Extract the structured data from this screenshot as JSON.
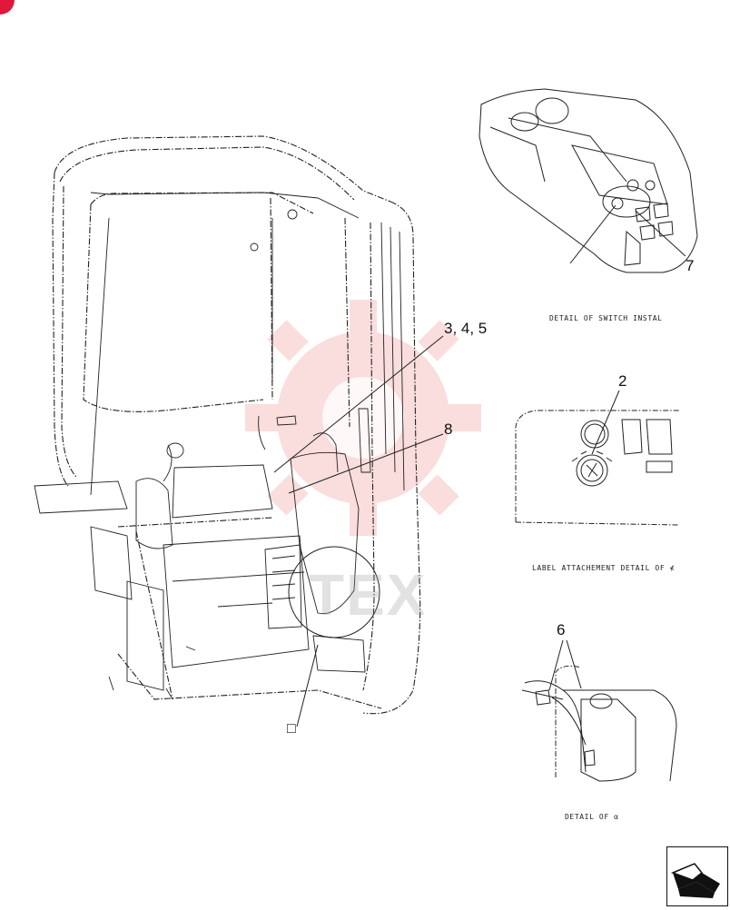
{
  "callouts": {
    "c345": "3, 4, 5",
    "c8": "8",
    "c7": "7",
    "c2": "2",
    "c6": "6",
    "box": "□"
  },
  "captions": {
    "switch_install": "DETAIL OF SWITCH INSTAL",
    "label_attachment": "LABEL ATTACHEMENT DETAIL OF ⊀",
    "detail_a": "DETAIL OF α"
  },
  "watermark": {
    "text": "TEX",
    "color": "#e84a4a"
  },
  "colors": {
    "line": "#222222",
    "badge": "#e0183a",
    "watermark_gear": "#f2a0a0"
  },
  "icons": {
    "badge": "red-corner-badge-icon",
    "nav": "next-page-arrow-icon"
  }
}
